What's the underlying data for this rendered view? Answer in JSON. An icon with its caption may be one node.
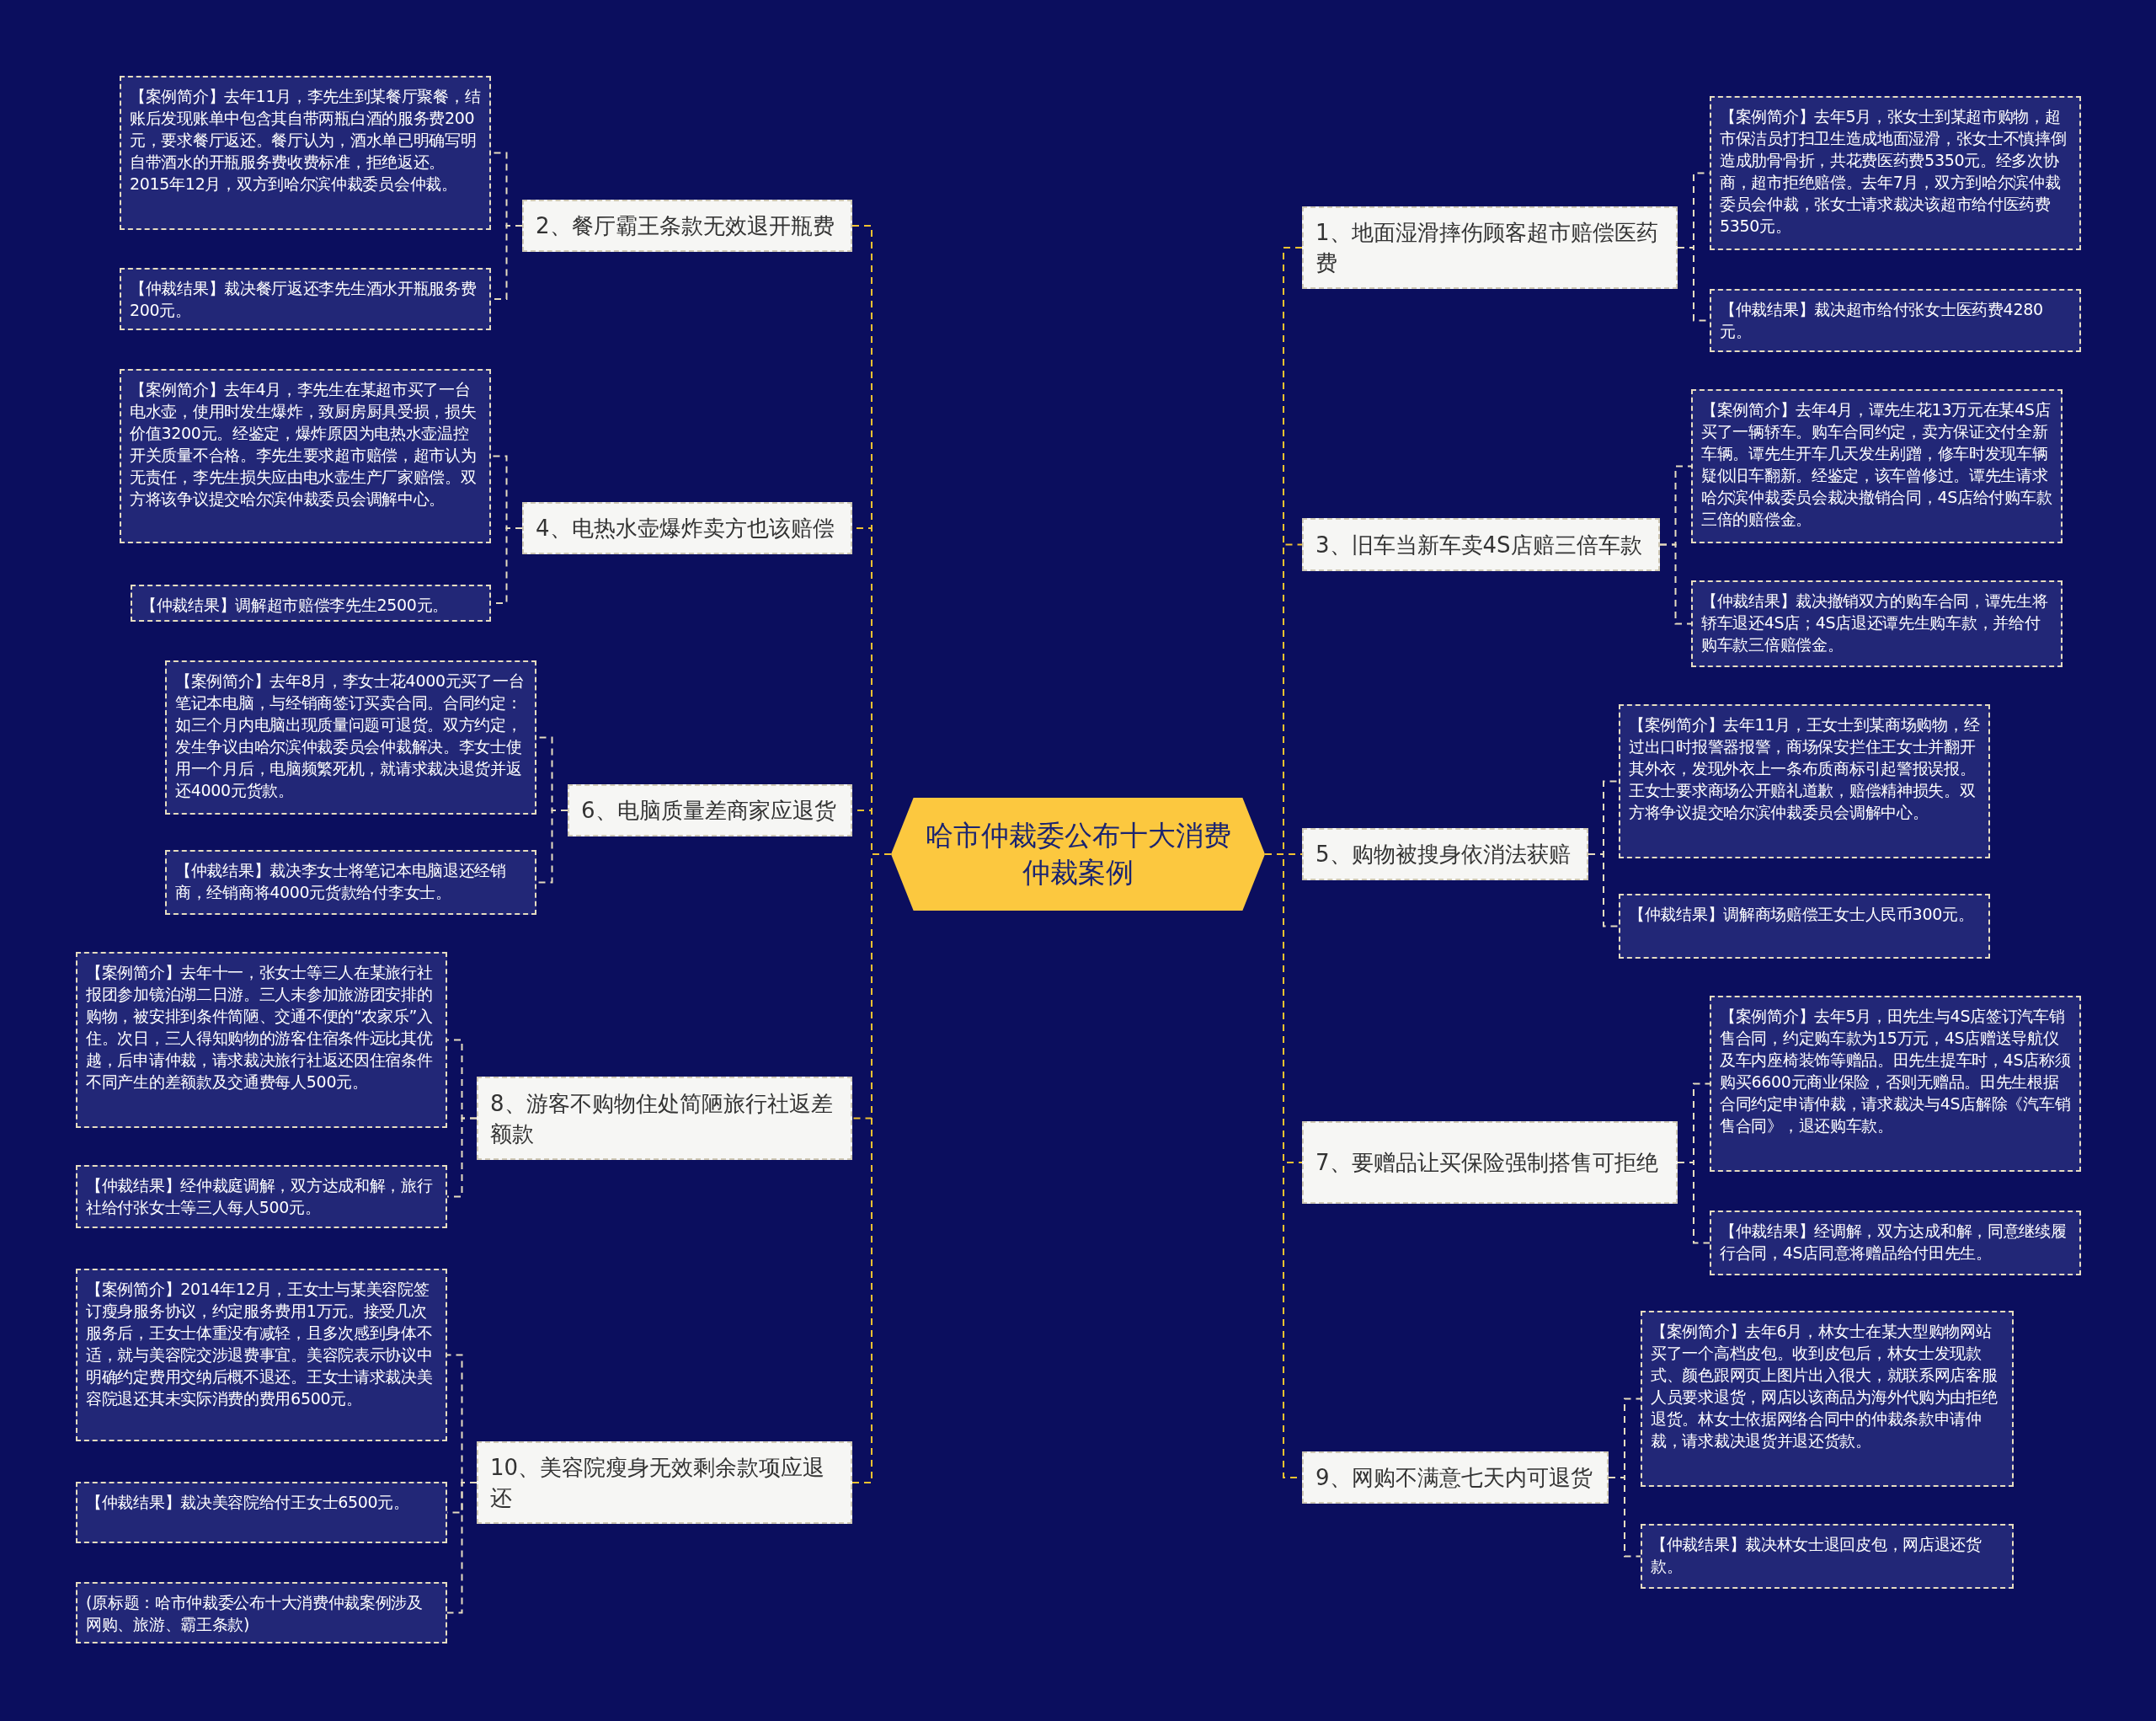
{
  "diagram": {
    "nodes": [
      {
        "text": [
          "哈市仲裁委公布十大消费仲裁案例"
        ]
      },
      {
        "text": [
          "1、地面湿滑摔伤顾客超市赔偿医药费"
        ]
      },
      {
        "text": [
          "【案例简介】去年5月，张女士到某超市购物，超市保洁员打扫卫生造成地面湿滑，张女士不慎摔倒造成肋骨骨折，共花费医药费5350元。经多次协商，超市拒绝赔偿。去年7月，双方到哈尔滨仲裁委员会仲裁，张女士请求裁决该超市给付医药费5350元。"
        ]
      },
      {
        "text": [
          "【仲裁结果】裁决超市给付张女士医药费4280元。"
        ]
      },
      {
        "text": [
          "2、餐厅霸王条款无效退开瓶费"
        ]
      },
      {
        "text": [
          "【案例简介】去年11月，李先生到某餐厅聚餐，结账后发现账单中包含其自带两瓶白酒的服务费200元，要求餐厅返还。餐厅认为，酒水单已明确写明自带酒水的开瓶服务费收费标准，拒绝返还。2015年12月，双方到哈尔滨仲裁委员会仲裁。"
        ]
      },
      {
        "text": [
          "【仲裁结果】裁决餐厅返还李先生酒水开瓶服务费200元。"
        ]
      },
      {
        "text": [
          "3、旧车当新车卖4S店赔三倍车款"
        ]
      },
      {
        "text": [
          "【案例简介】去年4月，谭先生花13万元在某4S店买了一辆轿车。购车合同约定，卖方保证交付全新车辆。谭先生开车几天发生剐蹭，修车时发现车辆疑似旧车翻新。经鉴定，该车曾修过。谭先生请求哈尔滨仲裁委员会裁决撤销合同，4S店给付购车款三倍的赔偿金。"
        ]
      },
      {
        "text": [
          "【仲裁结果】裁决撤销双方的购车合同，谭先生将轿车退还4S店；4S店退还谭先生购车款，并给付购车款三倍赔偿金。"
        ]
      },
      {
        "text": [
          "4、电热水壶爆炸卖方也该赔偿"
        ]
      },
      {
        "text": [
          "【案例简介】去年4月，李先生在某超市买了一台电水壶，使用时发生爆炸，致厨房厨具受损，损失价值3200元。经鉴定，爆炸原因为电热水壶温控开关质量不合格。李先生要求超市赔偿，超市认为无责任，李先生损失应由电水壶生产厂家赔偿。双方将该争议提交哈尔滨仲裁委员会调解中心。"
        ]
      },
      {
        "text": [
          "【仲裁结果】调解超市赔偿李先生2500元。"
        ]
      },
      {
        "text": [
          "5、购物被搜身依消法获赔"
        ]
      },
      {
        "text": [
          "【案例简介】去年11月，王女士到某商场购物，经过出口时报警器报警，商场保安拦住王女士并翻开其外衣，发现外衣上一条布质商标引起警报误报。王女士要求商场公开赔礼道歉，赔偿精神损失。双方将争议提交哈尔滨仲裁委员会调解中心。"
        ]
      },
      {
        "text": [
          "【仲裁结果】调解商场赔偿王女士人民币300元。"
        ]
      },
      {
        "text": [
          "6、电脑质量差商家应退货"
        ]
      },
      {
        "text": [
          "【案例简介】去年8月，李女士花4000元买了一台笔记本电脑，与经销商签订买卖合同。合同约定：如三个月内电脑出现质量问题可退货。双方约定，发生争议由哈尔滨仲裁委员会仲裁解决。李女士使用一个月后，电脑频繁死机，就请求裁决退货并返还4000元货款。"
        ]
      },
      {
        "text": [
          "【仲裁结果】裁决李女士将笔记本电脑退还经销商，经销商将4000元货款给付李女士。"
        ]
      },
      {
        "text": [
          "7、要赠品让买保险强制搭售可拒绝"
        ]
      },
      {
        "text": [
          "【案例简介】去年5月，田先生与4S店签订汽车销售合同，约定购车款为15万元，4S店赠送导航仪及车内座椅装饰等赠品。田先生提车时，4S店称须购买6600元商业保险，否则无赠品。田先生根据合同约定申请仲裁，请求裁决与4S店解除《汽车销售合同》，退还购车款。"
        ]
      },
      {
        "text": [
          "【仲裁结果】经调解，双方达成和解，同意继续履行合同，4S店同意将赠品给付田先生。"
        ]
      },
      {
        "text": [
          "8、游客不购物住处简陋旅行社返差额款"
        ]
      },
      {
        "text": [
          "【案例简介】去年十一，张女士等三人在某旅行社报团参加镜泊湖二日游。三人未参加旅游团安排的购物，被安排到条件简陋、交通不便的“农家乐”入住。次日，三人得知购物的游客住宿条件远比其优越，后申请仲裁，请求裁决旅行社返还因住宿条件不同产生的差额款及交通费每人500元。"
        ]
      },
      {
        "text": [
          "【仲裁结果】经仲裁庭调解，双方达成和解，旅行社给付张女士等三人每人500元。"
        ]
      },
      {
        "text": [
          "9、网购不满意七天内可退货"
        ]
      },
      {
        "text": [
          "【案例简介】去年6月，林女士在某大型购物网站买了一个高档皮包。收到皮包后，林女士发现款式、颜色跟网页上图片出入很大，就联系网店客服人员要求退货，网店以该商品为海外代购为由拒绝退货。林女士依据网络合同中的仲裁条款申请仲裁，请求裁决退货并退还货款。"
        ]
      },
      {
        "text": [
          "【仲裁结果】裁决林女士退回皮包，网店退还货款。"
        ]
      },
      {
        "text": [
          "10、美容院瘦身无效剩余款项应退还"
        ]
      },
      {
        "text": [
          "【案例简介】2014年12月，王女士与某美容院签订瘦身服务协议，约定服务费用1万元。接受几次服务后，王女士体重没有减轻，且多次感到身体不适，就与美容院交涉退费事宜。美容院表示协议中明确约定费用交纳后概不退还。王女士请求裁决美容院退还其未实际消费的费用6500元。"
        ]
      },
      {
        "text": [
          "【仲裁结果】裁决美容院给付王女士6500元。"
        ]
      },
      {
        "text": [
          "(原标题：哈市仲裁委公布十大消费仲裁案例涉及网购、旅游、霸王条款)"
        ]
      }
    ],
    "edges": [
      {
        "from": 0,
        "to": 1,
        "arrow": "none",
        "style": "dashed",
        "color": "#f2c230"
      },
      {
        "from": 1,
        "to": 2,
        "arrow": "none",
        "style": "dashed"
      },
      {
        "from": 1,
        "to": 3,
        "arrow": "none",
        "style": "dashed"
      },
      {
        "from": 0,
        "to": 4,
        "arrow": "none",
        "style": "dashed",
        "color": "#f2c230"
      },
      {
        "from": 4,
        "to": 5,
        "arrow": "none",
        "style": "dashed"
      },
      {
        "from": 4,
        "to": 6,
        "arrow": "none",
        "style": "dashed"
      },
      {
        "from": 0,
        "to": 7,
        "arrow": "none",
        "style": "dashed",
        "color": "#f2c230"
      },
      {
        "from": 7,
        "to": 8,
        "arrow": "none",
        "style": "dashed"
      },
      {
        "from": 7,
        "to": 9,
        "arrow": "none",
        "style": "dashed"
      },
      {
        "from": 0,
        "to": 10,
        "arrow": "none",
        "style": "dashed",
        "color": "#f2c230"
      },
      {
        "from": 10,
        "to": 11,
        "arrow": "none",
        "style": "dashed"
      },
      {
        "from": 10,
        "to": 12,
        "arrow": "none",
        "style": "dashed"
      },
      {
        "from": 0,
        "to": 13,
        "arrow": "none",
        "style": "dashed",
        "color": "#f2c230"
      },
      {
        "from": 13,
        "to": 14,
        "arrow": "none",
        "style": "dashed"
      },
      {
        "from": 13,
        "to": 15,
        "arrow": "none",
        "style": "dashed"
      },
      {
        "from": 0,
        "to": 16,
        "arrow": "none",
        "style": "dashed",
        "color": "#f2c230"
      },
      {
        "from": 16,
        "to": 17,
        "arrow": "none",
        "style": "dashed"
      },
      {
        "from": 16,
        "to": 18,
        "arrow": "none",
        "style": "dashed"
      },
      {
        "from": 0,
        "to": 19,
        "arrow": "none",
        "style": "dashed",
        "color": "#f2c230"
      },
      {
        "from": 19,
        "to": 20,
        "arrow": "none",
        "style": "dashed"
      },
      {
        "from": 19,
        "to": 21,
        "arrow": "none",
        "style": "dashed"
      },
      {
        "from": 0,
        "to": 22,
        "arrow": "none",
        "style": "dashed",
        "color": "#f2c230"
      },
      {
        "from": 22,
        "to": 23,
        "arrow": "none",
        "style": "dashed"
      },
      {
        "from": 22,
        "to": 24,
        "arrow": "none",
        "style": "dashed"
      },
      {
        "from": 0,
        "to": 25,
        "arrow": "none",
        "style": "dashed",
        "color": "#f2c230"
      },
      {
        "from": 25,
        "to": 26,
        "arrow": "none",
        "style": "dashed"
      },
      {
        "from": 25,
        "to": 27,
        "arrow": "none",
        "style": "dashed"
      },
      {
        "from": 0,
        "to": 28,
        "arrow": "none",
        "style": "dashed",
        "color": "#f2c230"
      },
      {
        "from": 28,
        "to": 29,
        "arrow": "none",
        "style": "dashed"
      },
      {
        "from": 28,
        "to": 30,
        "arrow": "none",
        "style": "dashed"
      },
      {
        "from": 28,
        "to": 31,
        "arrow": "none",
        "style": "dashed"
      }
    ]
  }
}
